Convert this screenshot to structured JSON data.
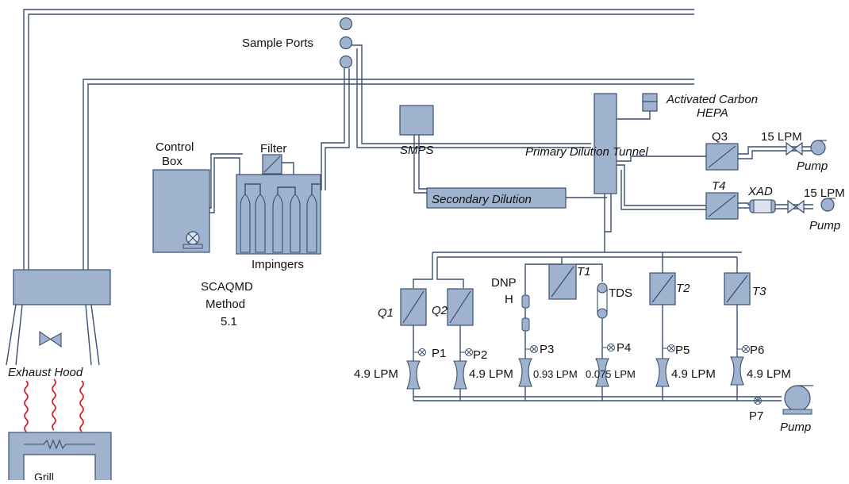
{
  "labels": {
    "sample_ports": "Sample Ports",
    "activated_carbon": "Activated Carbon",
    "hepa": "HEPA",
    "control_box_line1": "Control",
    "control_box_line2": "Box",
    "filter": "Filter",
    "smps": "SMPS",
    "primary_dilution_tunnel": "Primary Dilution Tunnel",
    "secondary_dilution": "Secondary Dilution",
    "impingers": "Impingers",
    "method_line1": "SCAQMD",
    "method_line2": "Method",
    "method_line3": "5.1",
    "exhaust_hood": "Exhaust Hood",
    "grill": "Grill",
    "q1": "Q1",
    "q2": "Q2",
    "q3": "Q3",
    "t1": "T1",
    "t2": "T2",
    "t3": "T3",
    "t4": "T4",
    "dnph_line1": "DNP",
    "dnph_line2": "H",
    "tds": "TDS",
    "xad": "XAD",
    "p1": "P1",
    "p2": "P2",
    "p3": "P3",
    "p4": "P4",
    "p5": "P5",
    "p6": "P6",
    "p7": "P7",
    "pump": "Pump"
  },
  "flows": {
    "lpm_15": "15 LPM",
    "f1": "4.9 LPM",
    "f2": "4.9 LPM",
    "f3": "0.93 LPM",
    "f4": "0.075  LPM",
    "f5": "4.9 LPM",
    "f6": "4.9 LPM"
  },
  "colors": {
    "component_fill": "#9fb3cf",
    "line": "#3a4f6e",
    "heat_wave": "#e0191b"
  },
  "icons": [
    "pump-icon",
    "valve-icon",
    "pressure-gauge-icon",
    "filter-holder-icon",
    "fan-icon",
    "heater-icon"
  ]
}
